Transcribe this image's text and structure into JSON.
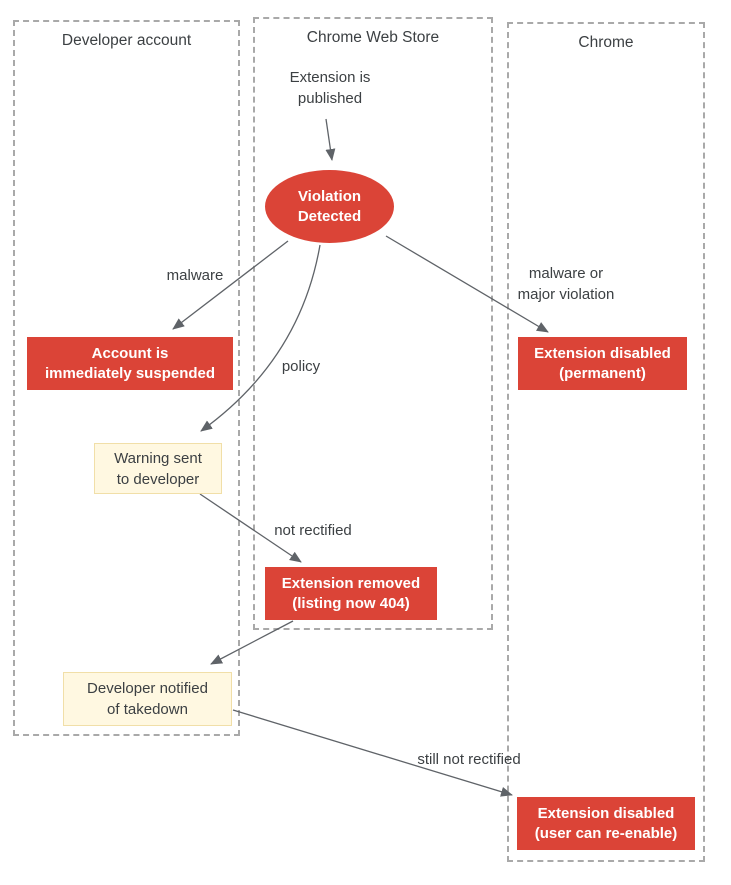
{
  "diagram": {
    "colors": {
      "red": "#DB4437",
      "red-text": "#FFFFFF",
      "cream-bg": "#FFF8E1",
      "cream-border": "#F1DFA8",
      "text": "#3C4043",
      "arrow": "#5F6368",
      "lane-border": "#A9A9A9"
    },
    "lanes": [
      {
        "label": "Developer account"
      },
      {
        "label": "Chrome Web Store"
      },
      {
        "label": "Chrome"
      }
    ],
    "nodes": {
      "published": {
        "label": "Extension is\npublished"
      },
      "violation": {
        "label": "Violation\nDetected"
      },
      "suspended": {
        "label": "Account is\nimmediately suspended"
      },
      "disabled_permanent": {
        "label": "Extension disabled\n(permanent)"
      },
      "warning": {
        "label": "Warning sent\nto developer"
      },
      "removed": {
        "label": "Extension removed\n(listing now 404)"
      },
      "notified": {
        "label": "Developer notified\nof takedown"
      },
      "disabled_reenable": {
        "label": "Extension disabled\n(user can re-enable)"
      }
    },
    "edge_labels": {
      "malware": "malware",
      "policy": "policy",
      "malware_or_major": "malware or\nmajor violation",
      "not_rectified": "not rectified",
      "still_not_rectified": "still not rectified"
    }
  }
}
